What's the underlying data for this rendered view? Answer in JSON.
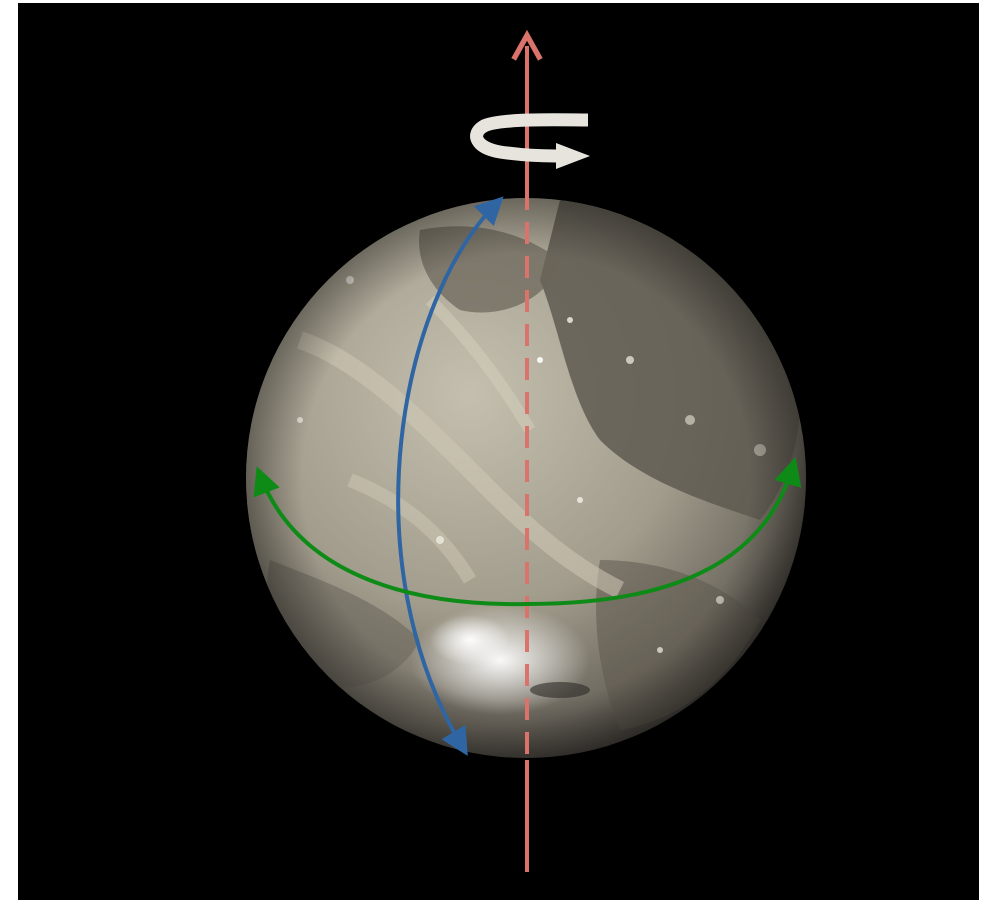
{
  "figure": {
    "subject": "planetary-moon",
    "colors": {
      "background": "#ffffff",
      "space": "#000000",
      "rotation_axis": "#d9736c",
      "rotation_indicator": "#e6e4dc",
      "meridian_arc": "#2f65a3",
      "equator_arc": "#0e8a16",
      "surface_light": "#b9b4a4",
      "surface_dark": "#57524a"
    },
    "elements": [
      {
        "name": "rotation-axis",
        "style": "solid-outside-dashed-inside",
        "heads": "top"
      },
      {
        "name": "rotation-indicator",
        "style": "curved-arrow",
        "direction": "eastward"
      },
      {
        "name": "meridian-arc",
        "style": "double-headed"
      },
      {
        "name": "equator-arc",
        "style": "double-headed"
      }
    ]
  }
}
